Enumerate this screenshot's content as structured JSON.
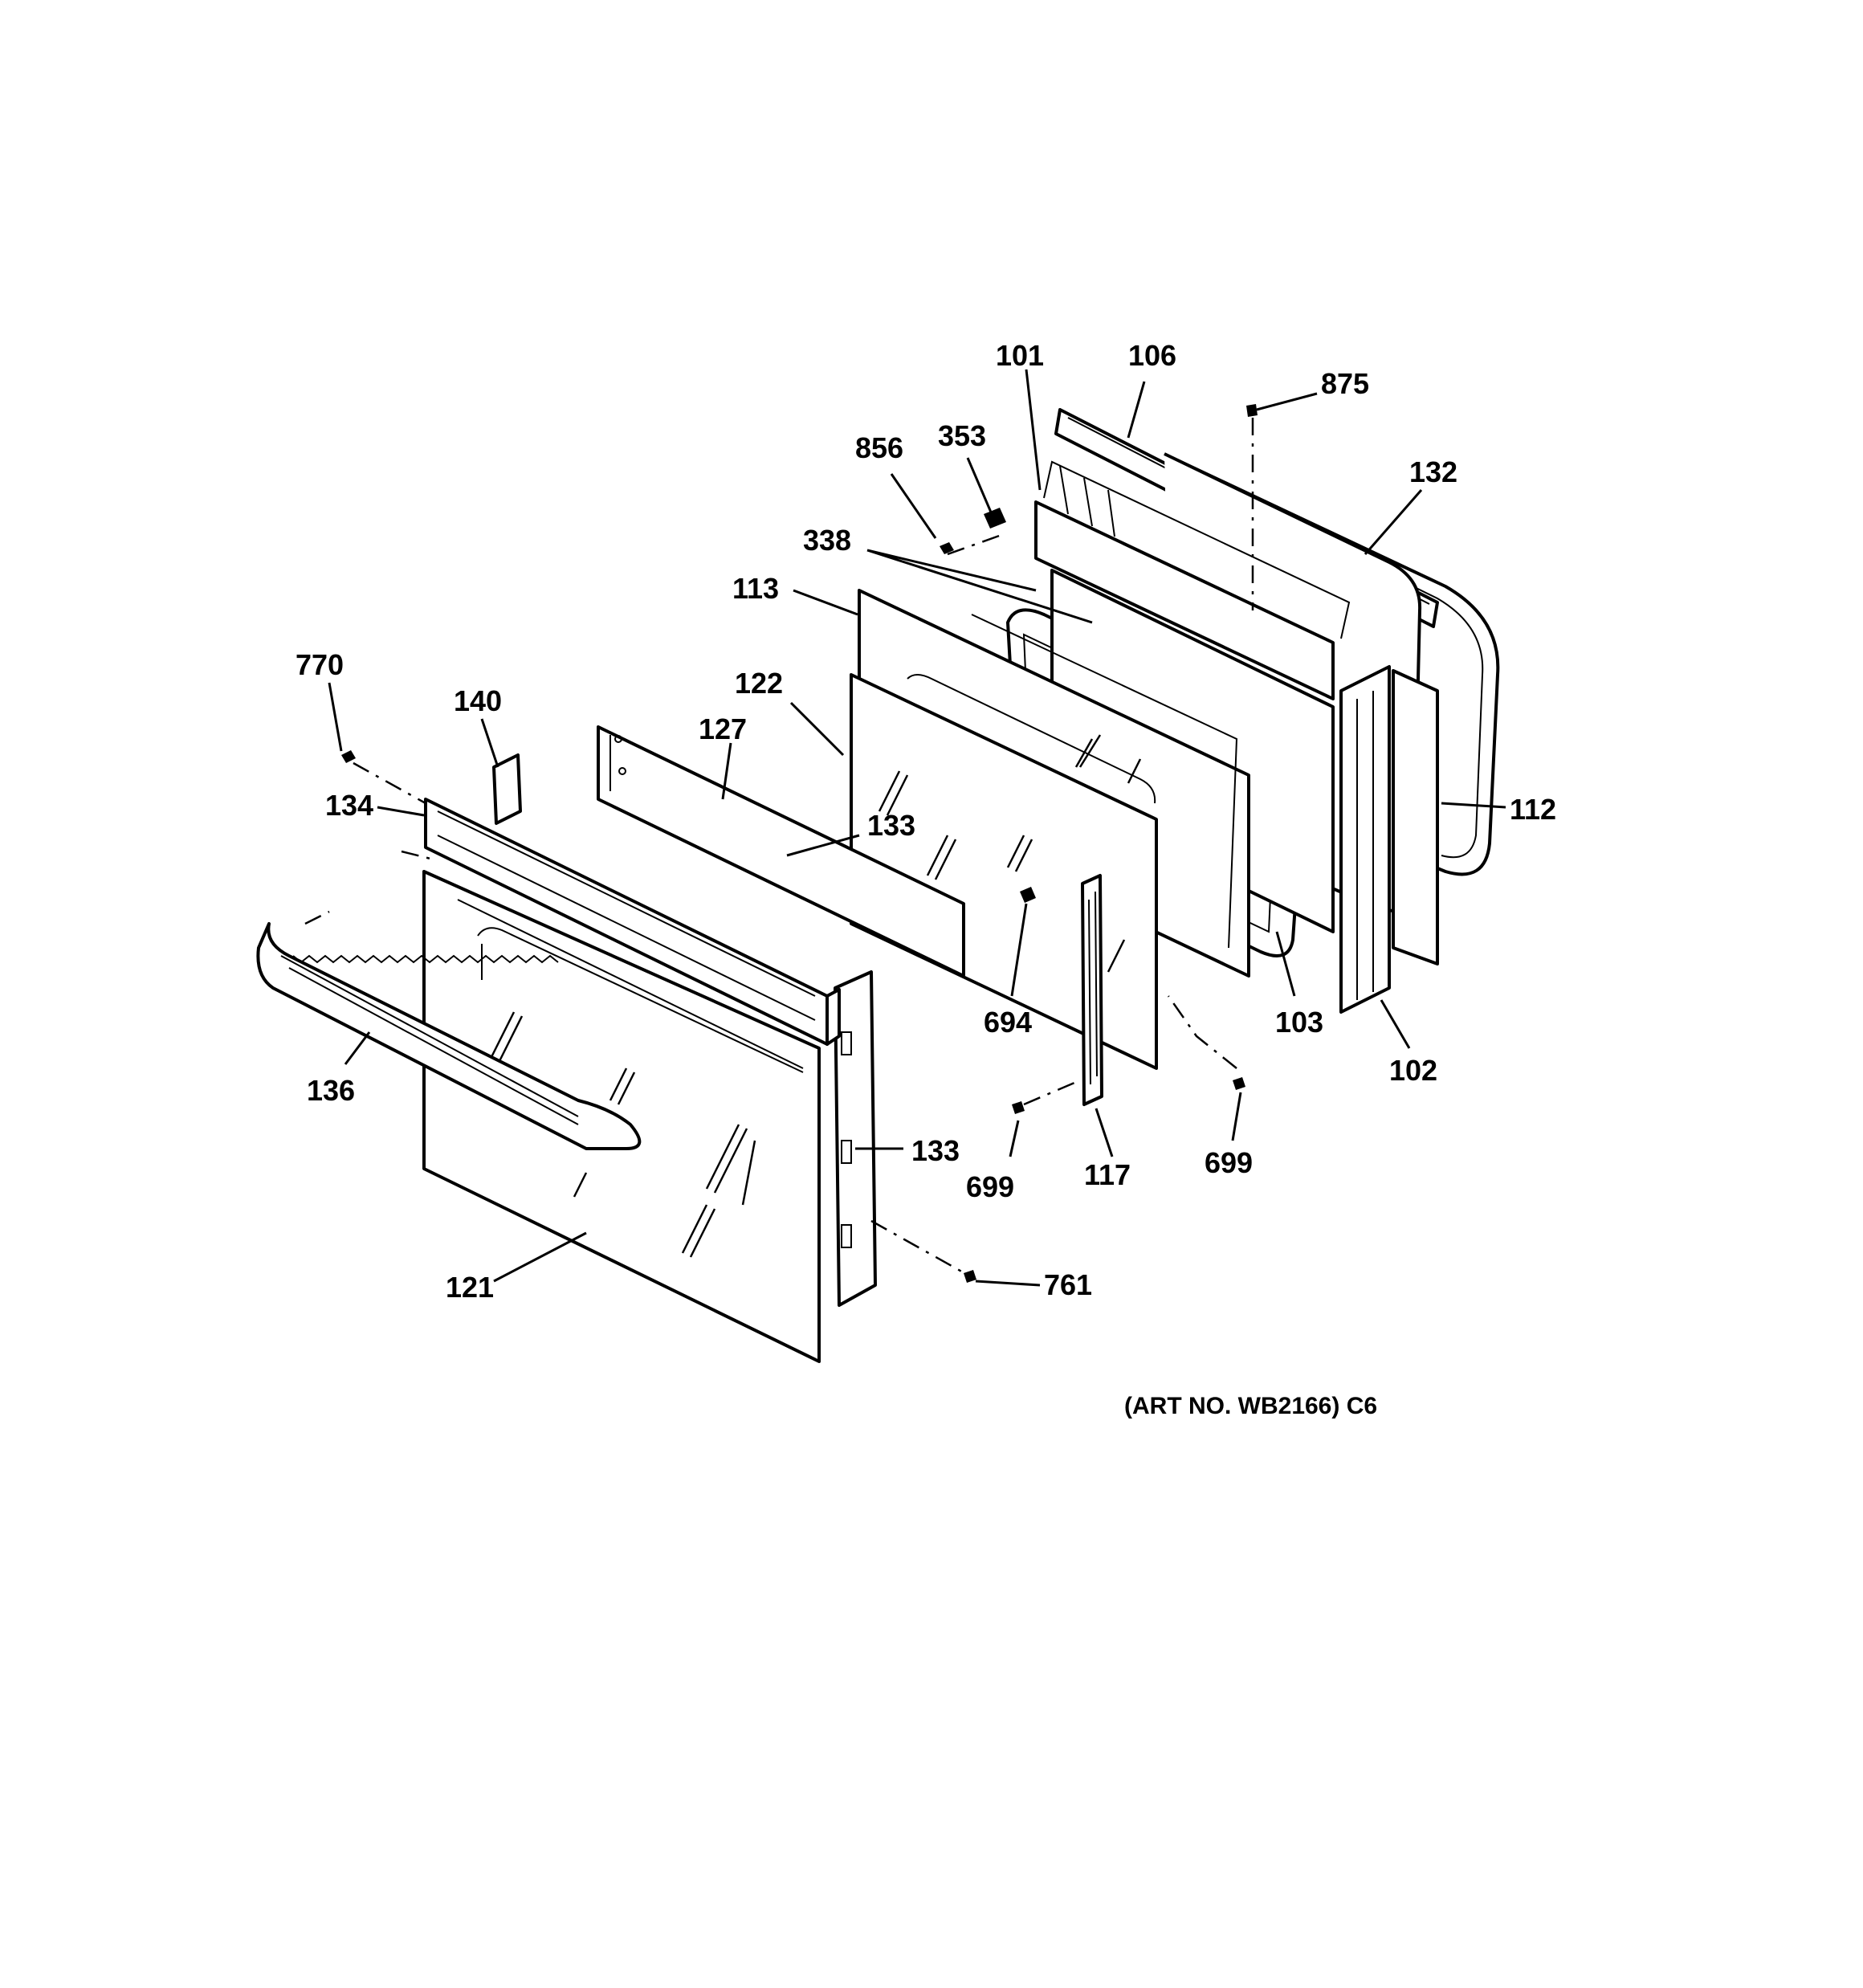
{
  "diagram": {
    "part_labels": {
      "p101": "101",
      "p106": "106",
      "p875": "875",
      "p856": "856",
      "p353": "353",
      "p132": "132",
      "p338": "338",
      "p113": "113",
      "p770": "770",
      "p140": "140",
      "p122": "122",
      "p127": "127",
      "p134": "134",
      "p133a": "133",
      "p112": "112",
      "p694": "694",
      "p103": "103",
      "p136": "136",
      "p102": "102",
      "p133b": "133",
      "p699a": "699",
      "p117": "117",
      "p699b": "699",
      "p121": "121",
      "p761": "761"
    },
    "art_number": "(ART NO. WB2166) C6"
  }
}
